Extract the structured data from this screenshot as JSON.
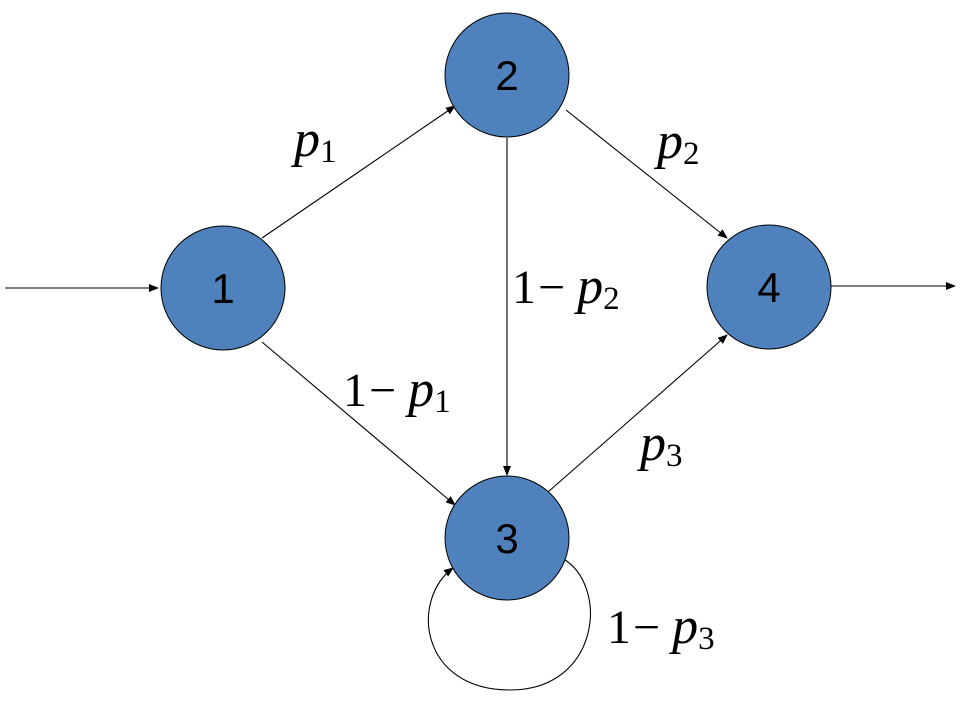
{
  "diagram": {
    "node_color": "#4F81BD",
    "line_color": "#000000",
    "nodes": {
      "n1": "1",
      "n2": "2",
      "n3": "3",
      "n4": "4"
    },
    "labels": {
      "e12": {
        "num": "",
        "op": "",
        "var": "p",
        "sub": "1"
      },
      "e13": {
        "num": "1",
        "op": "−",
        "var": "p",
        "sub": "1"
      },
      "e23": {
        "num": "1",
        "op": "−",
        "var": "p",
        "sub": "2"
      },
      "e24": {
        "num": "",
        "op": "",
        "var": "p",
        "sub": "2"
      },
      "e34": {
        "num": "",
        "op": "",
        "var": "p",
        "sub": "3"
      },
      "e33": {
        "num": "1",
        "op": "−",
        "var": "p",
        "sub": "3"
      }
    }
  }
}
